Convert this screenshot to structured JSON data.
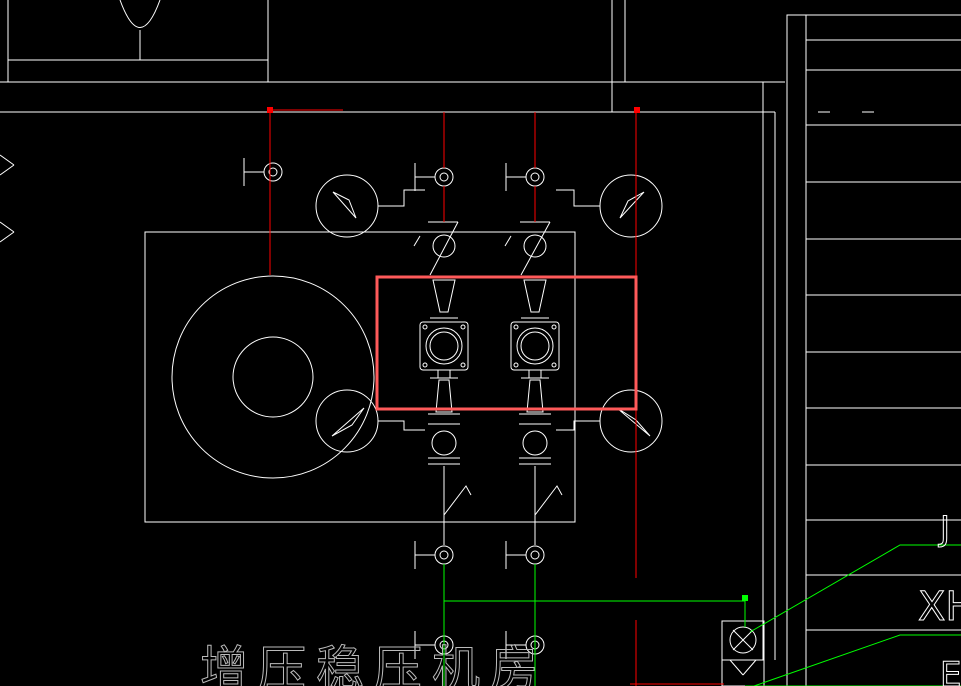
{
  "colors": {
    "background": "#000000",
    "line": "#ffffff",
    "pipe_red": "#ff0000",
    "pipe_green": "#00ff00",
    "selection_box": "#ff5a5a"
  },
  "labels": {
    "bottom_text": "增压稳压机房",
    "right_text_1": "J",
    "right_text_2": "XH",
    "right_text_3": "E"
  },
  "icons": [
    "pressure-gauge-icon",
    "gate-valve-icon",
    "check-valve-icon",
    "pump-icon",
    "tank-icon"
  ]
}
